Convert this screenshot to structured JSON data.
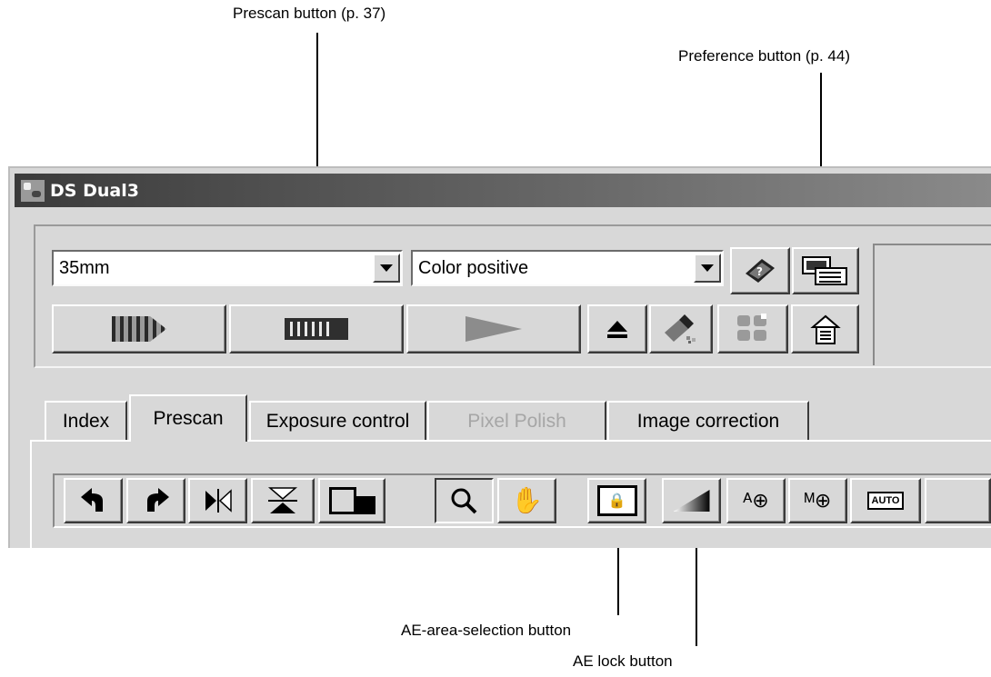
{
  "callouts": {
    "prescan": "Prescan button (p. 37)",
    "preference": "Preference button (p. 44)",
    "ae_area": "AE-area-selection button",
    "ae_lock": "AE lock button"
  },
  "window": {
    "title": "DS Dual3"
  },
  "film_format": {
    "value": "35mm"
  },
  "film_type": {
    "value": "Color positive"
  },
  "icons": {
    "help": "help-book-icon",
    "film_strip": "film-strip-icon",
    "index_scan": "index-scan-icon",
    "prescan": "prescan-icon",
    "scan": "scan-arrow-icon",
    "eject": "eject-icon",
    "clear": "brush-icon",
    "job": "job-icon",
    "preference": "preference-icon"
  },
  "tabs": [
    {
      "label": "Index",
      "state": "normal"
    },
    {
      "label": "Prescan",
      "state": "active"
    },
    {
      "label": "Exposure control",
      "state": "normal"
    },
    {
      "label": "Pixel Polish",
      "state": "disabled"
    },
    {
      "label": "Image correction",
      "state": "normal"
    }
  ],
  "toolbar": {
    "rotate_left": "rotate-left-icon",
    "rotate_right": "rotate-right-icon",
    "flip_horizontal": "flip-horizontal-icon",
    "flip_vertical": "flip-vertical-icon",
    "crop": "crop-icon",
    "zoom": "zoom-icon",
    "pan": "hand-icon",
    "ae_area": "ae-area-lock-icon",
    "ae_lock": "ae-lock-icon",
    "auto_point": "auto-point-icon",
    "manual_point": "manual-point-icon",
    "auto_crop": "auto-crop-icon",
    "auto_crop_label": "AUTO"
  }
}
